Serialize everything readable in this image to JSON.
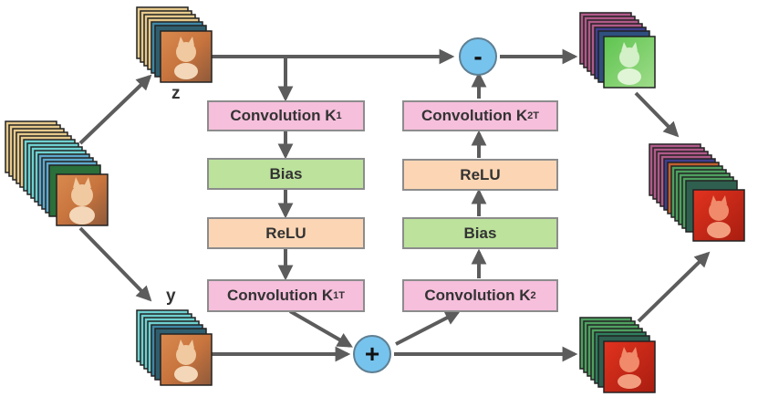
{
  "labels": {
    "z": "z",
    "y": "y"
  },
  "boxes": {
    "conv_k1": {
      "text": "Convolution K",
      "sub": "1"
    },
    "bias_left": {
      "text": "Bias"
    },
    "relu_left": {
      "text": "ReLU"
    },
    "conv_k1t": {
      "text": "Convolution K",
      "sub": "1",
      "sup": "T"
    },
    "conv_k2t": {
      "text": "Convolution K",
      "sub": "2",
      "sup": "T"
    },
    "relu_right": {
      "text": "ReLU"
    },
    "bias_right": {
      "text": "Bias"
    },
    "conv_k2": {
      "text": "Convolution K",
      "sub": "2"
    }
  },
  "operators": {
    "minus": "-",
    "plus": "+"
  },
  "colors": {
    "conv_box": "#f6bfdc",
    "bias_box": "#bce29c",
    "relu_box": "#fcd6b4",
    "operator_circle": "#76c3ee",
    "arrow": "#5c5c5c",
    "stack_input": [
      "#e6c98c",
      "#6fd0d0",
      "#5fa8cc"
    ],
    "stack_z": "#e6c98c",
    "stack_y": "#6fd0d0",
    "stack_top_right": "#b05a8a",
    "stack_bottom_right": "#4fa060",
    "stack_output": [
      "#b05a8a",
      "#4fa060",
      "#c06030"
    ]
  },
  "icons": {
    "stack_image": "kitten-photo-icon"
  }
}
